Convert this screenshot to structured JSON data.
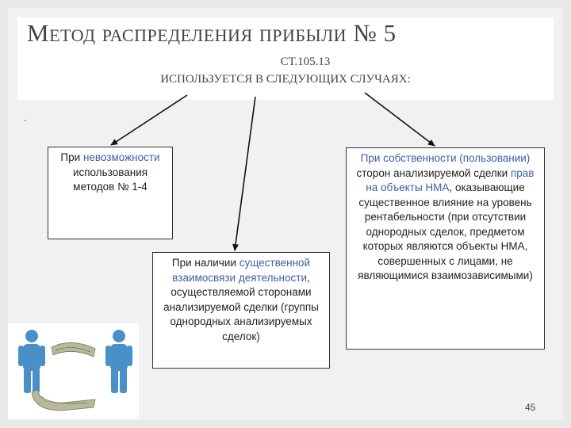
{
  "slide": {
    "title": "Метод распределения прибыли № 5",
    "subtitle_line1": "СТ.105.13",
    "subtitle_line2": "ИСПОЛЬЗУЕТСЯ В СЛЕДУЮЩИХ СЛУЧАЯХ:",
    "bullet": ".",
    "page_number": "45"
  },
  "boxes": {
    "left": {
      "t1": "При ",
      "hl1": "невозможности",
      "t2": " использования методов № 1-4"
    },
    "middle": {
      "t1": "При наличии ",
      "hl1": "существенной взаимосвязи деятельности",
      "t2": ", осуществляемой сторонами анализируемой сделки (группы однородных анализируемых сделок)"
    },
    "right": {
      "hl1": "При собственности (пользовании)",
      "t1": " сторон анализируемой сделки ",
      "hl2": "прав на объекты НМА",
      "t2": ", оказывающие существенное влияние на уровень рентабельности (при отсутствии однородных сделок, предметом которых являются объекты НМА, совершенных с лицами, не являющимися взаимозависимыми)"
    }
  },
  "colors": {
    "highlight": "#3b5fa8",
    "figure": "#4a90c8"
  },
  "icons": [
    "arrow-left",
    "arrow-middle",
    "arrow-right",
    "person-figure",
    "money-figure"
  ]
}
